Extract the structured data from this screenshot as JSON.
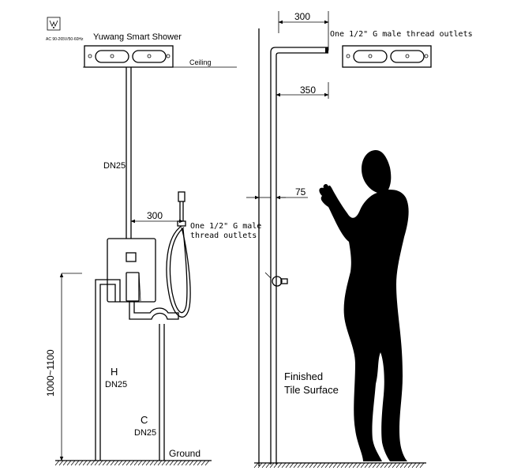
{
  "brand": {
    "title": "Yuwang Smart Shower",
    "voltage": "AC 90-265V/50-60Hz",
    "logo_icon": "certification-mark-icon"
  },
  "labels": {
    "ceiling": "Ceiling",
    "pipe_dn25": "DN25",
    "outlet_left_line1": "One 1/2\" G male",
    "outlet_left_line2": "thread outlets",
    "outlet_right": "One 1/2\" G male thread outlets",
    "hot_letter": "H",
    "hot_dn": "DN25",
    "cold_letter": "C",
    "cold_dn": "DN25",
    "ground": "Ground",
    "finished_line1": "Finished",
    "finished_line2": "Tile Surface",
    "height_range": "1000~1100"
  },
  "dimensions": {
    "left_outlet_offset": "300",
    "right_top_width": "300",
    "right_arm": "350",
    "wall_gap": "75"
  }
}
